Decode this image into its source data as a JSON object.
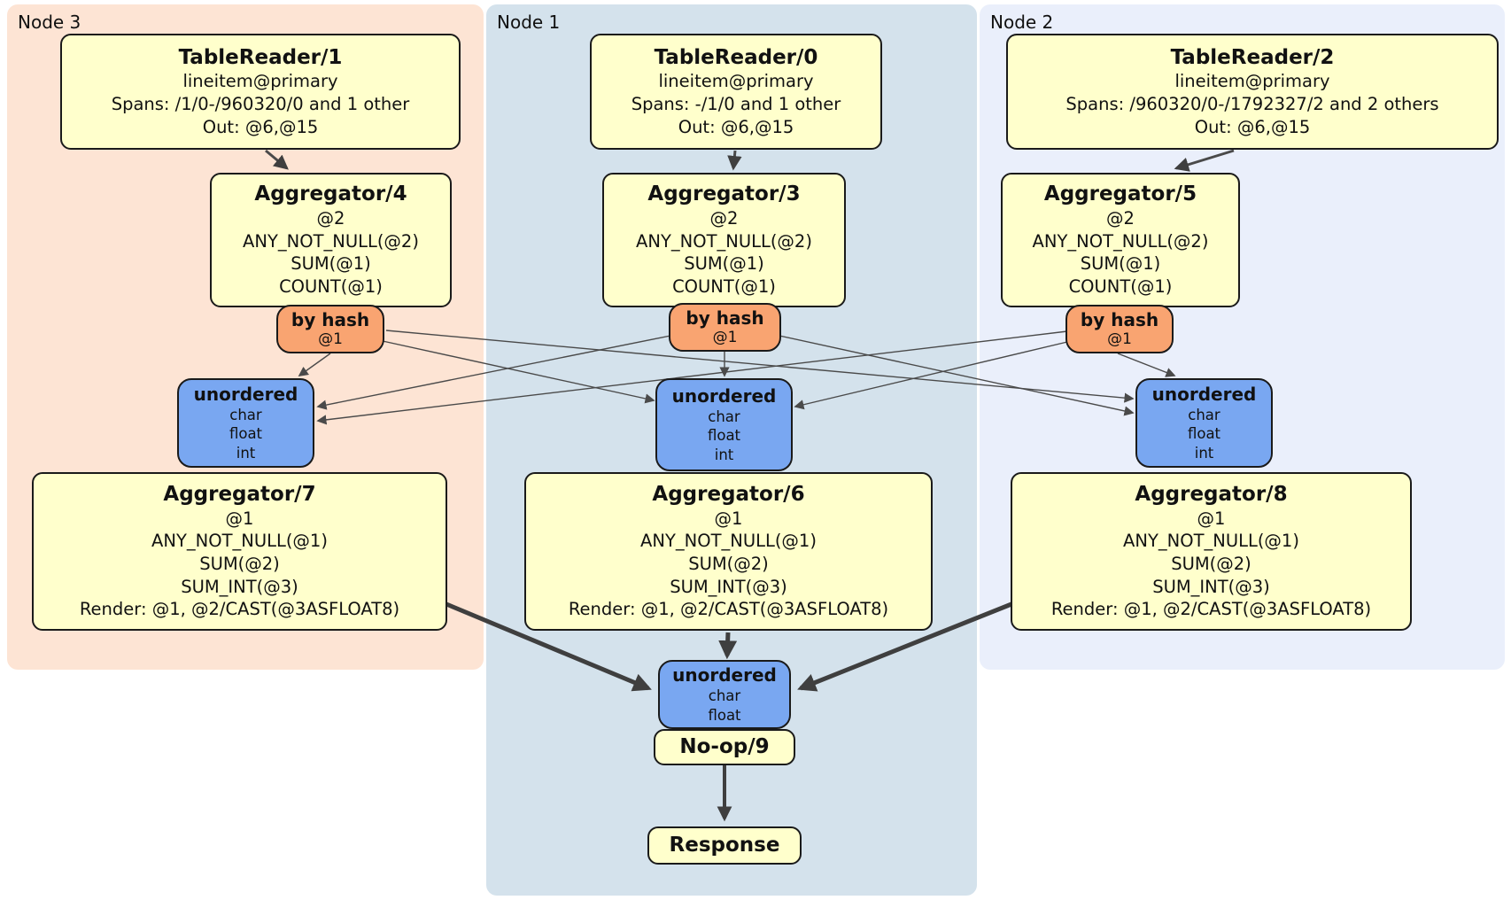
{
  "palette": {
    "box_yellow": "#ffffcc",
    "router_orange": "#f9a471",
    "sync_blue": "#79a7f1",
    "node3_bg": "#fde4d4",
    "node1_bg": "#d4e2ec",
    "node2_bg": "#eaeffb",
    "edge_gray": "#4a4a4a"
  },
  "panels": {
    "node3": {
      "label": "Node 3"
    },
    "node1": {
      "label": "Node 1"
    },
    "node2": {
      "label": "Node 2"
    }
  },
  "node3": {
    "tablereader": {
      "title": "TableReader/1",
      "lines": [
        "lineitem@primary",
        "Spans: /1/0-/960320/0 and 1 other",
        "Out: @6,@15"
      ]
    },
    "aggregator_top": {
      "title": "Aggregator/4",
      "lines": [
        "@2",
        "ANY_NOT_NULL(@2)",
        "SUM(@1)",
        "COUNT(@1)"
      ]
    },
    "router": {
      "title": "by hash",
      "detail": "@1"
    },
    "sync": {
      "title": "unordered",
      "lines": [
        "char",
        "float",
        "int"
      ]
    },
    "aggregator_bottom": {
      "title": "Aggregator/7",
      "lines": [
        "@1",
        "ANY_NOT_NULL(@1)",
        "SUM(@2)",
        "SUM_INT(@3)",
        "Render: @1, @2/CAST(@3ASFLOAT8)"
      ]
    }
  },
  "node1": {
    "tablereader": {
      "title": "TableReader/0",
      "lines": [
        "lineitem@primary",
        "Spans: -/1/0 and 1 other",
        "Out: @6,@15"
      ]
    },
    "aggregator_top": {
      "title": "Aggregator/3",
      "lines": [
        "@2",
        "ANY_NOT_NULL(@2)",
        "SUM(@1)",
        "COUNT(@1)"
      ]
    },
    "router": {
      "title": "by hash",
      "detail": "@1"
    },
    "sync": {
      "title": "unordered",
      "lines": [
        "char",
        "float",
        "int"
      ]
    },
    "aggregator_bottom": {
      "title": "Aggregator/6",
      "lines": [
        "@1",
        "ANY_NOT_NULL(@1)",
        "SUM(@2)",
        "SUM_INT(@3)",
        "Render: @1, @2/CAST(@3ASFLOAT8)"
      ]
    }
  },
  "node2": {
    "tablereader": {
      "title": "TableReader/2",
      "lines": [
        "lineitem@primary",
        "Spans: /960320/0-/1792327/2 and 2 others",
        "Out: @6,@15"
      ]
    },
    "aggregator_top": {
      "title": "Aggregator/5",
      "lines": [
        "@2",
        "ANY_NOT_NULL(@2)",
        "SUM(@1)",
        "COUNT(@1)"
      ]
    },
    "router": {
      "title": "by hash",
      "detail": "@1"
    },
    "sync": {
      "title": "unordered",
      "lines": [
        "char",
        "float",
        "int"
      ]
    },
    "aggregator_bottom": {
      "title": "Aggregator/8",
      "lines": [
        "@1",
        "ANY_NOT_NULL(@1)",
        "SUM(@2)",
        "SUM_INT(@3)",
        "Render: @1, @2/CAST(@3ASFLOAT8)"
      ]
    }
  },
  "final": {
    "sync": {
      "title": "unordered",
      "lines": [
        "char",
        "float"
      ]
    },
    "noop": {
      "title": "No-op/9"
    },
    "response": {
      "title": "Response"
    }
  }
}
